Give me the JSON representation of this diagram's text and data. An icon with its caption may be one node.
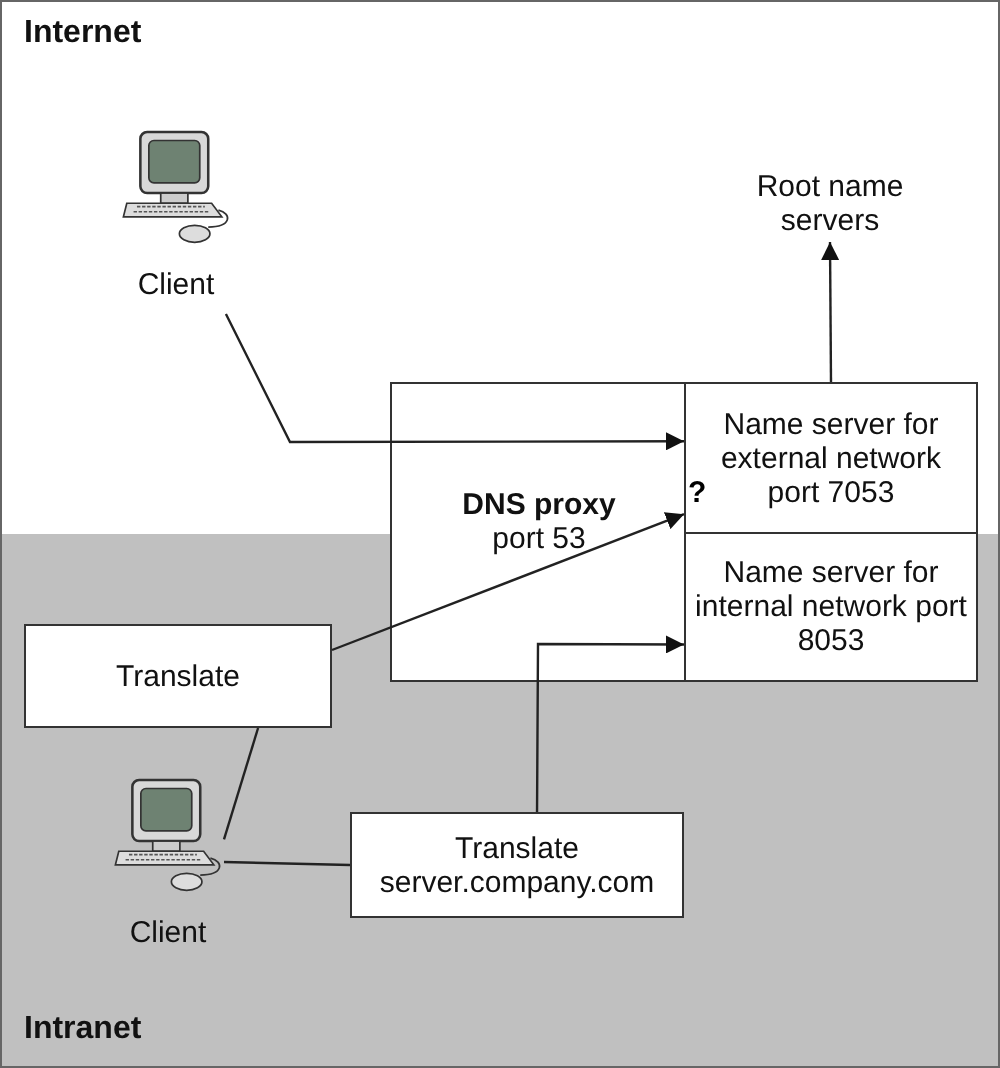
{
  "diagram": {
    "nodes": [
      {
        "text": [
          "Client"
        ]
      },
      {
        "text": [
          "Root name servers"
        ]
      },
      {
        "text": [
          "DNS proxy",
          "port 53"
        ]
      },
      {
        "text": [
          "Name server for external network port 7053"
        ],
        "in": 2
      },
      {
        "text": [
          "Name server for internal network port 8053"
        ],
        "in": 2
      },
      {
        "text": [
          "Translate"
        ]
      },
      {
        "text": [
          "Client"
        ]
      },
      {
        "text": [
          "Translate server.company.com"
        ]
      }
    ],
    "edges": [
      {
        "from": 0,
        "to": 3,
        "arrow": "to"
      },
      {
        "from": 3,
        "to": 1,
        "arrow": "to"
      },
      {
        "from": 5,
        "to": 3,
        "arrow": "to",
        "label": "?"
      },
      {
        "from": 6,
        "to": 5,
        "arrow": "none"
      },
      {
        "from": 6,
        "to": 7,
        "arrow": "none"
      },
      {
        "from": 7,
        "to": 4,
        "arrow": "to"
      }
    ],
    "labels": [
      "Internet",
      "Intranet"
    ]
  }
}
